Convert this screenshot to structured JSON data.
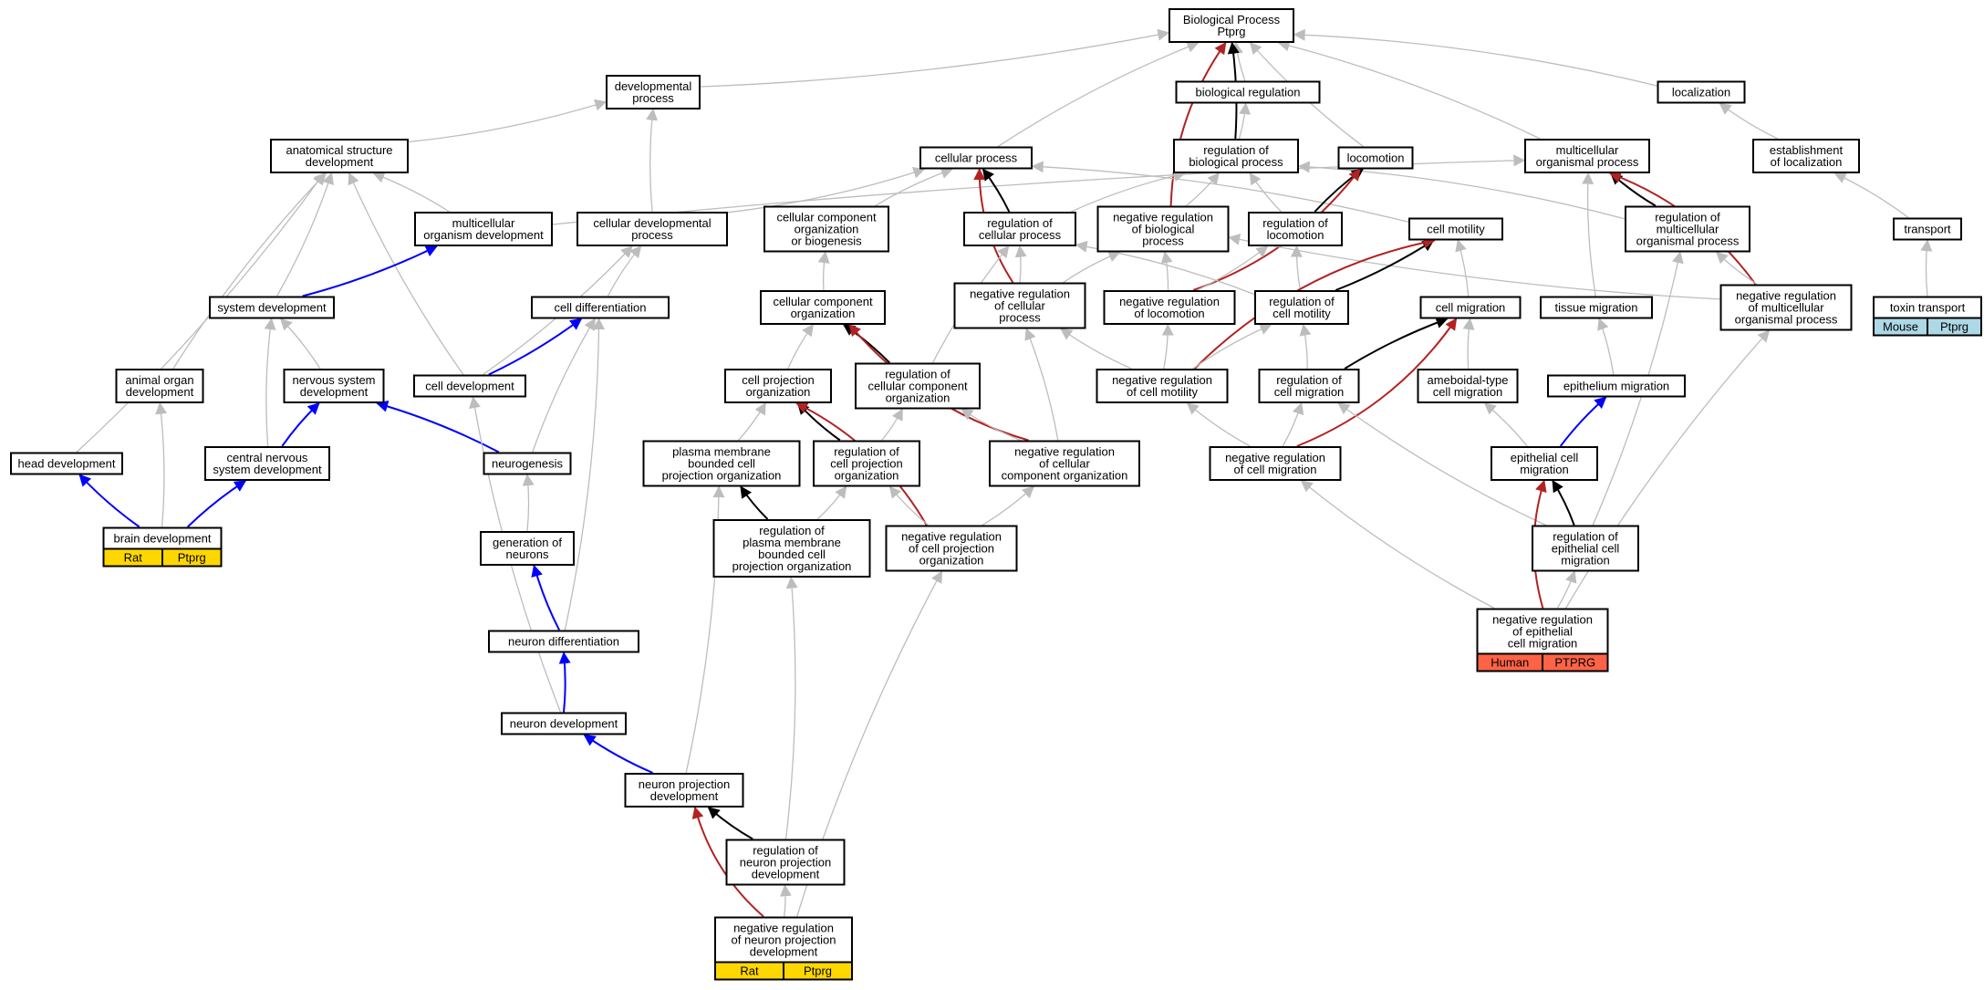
{
  "diagram": {
    "title": "",
    "colors": {
      "is_a": "#bdbdbd",
      "regulates": "#000000",
      "negatively_regulates": "#b22222",
      "part_of": "#0000ff",
      "tag_yellow": "#ffd700",
      "tag_blue": "#add8e6",
      "tag_red": "#ff6347"
    },
    "nodes": [
      {
        "id": "bp",
        "lines": [
          "Biological Process",
          "Ptprg"
        ]
      },
      {
        "id": "devproc",
        "lines": [
          "developmental",
          "process"
        ]
      },
      {
        "id": "bioreg",
        "lines": [
          "biological regulation"
        ]
      },
      {
        "id": "local",
        "lines": [
          "localization"
        ]
      },
      {
        "id": "asd",
        "lines": [
          "anatomical structure",
          "development"
        ]
      },
      {
        "id": "cellproc",
        "lines": [
          "cellular process"
        ]
      },
      {
        "id": "regbio",
        "lines": [
          "regulation of",
          "biological process"
        ]
      },
      {
        "id": "locom",
        "lines": [
          "locomotion"
        ]
      },
      {
        "id": "multiproc",
        "lines": [
          "multicellular",
          "organismal process"
        ]
      },
      {
        "id": "estloc",
        "lines": [
          "establishment",
          "of localization"
        ]
      },
      {
        "id": "multidev",
        "lines": [
          "multicellular",
          "organism development"
        ]
      },
      {
        "id": "celldevproc",
        "lines": [
          "cellular developmental",
          "process"
        ]
      },
      {
        "id": "ccob",
        "lines": [
          "cellular component",
          "organization",
          "or biogenesis"
        ]
      },
      {
        "id": "regcell",
        "lines": [
          "regulation of",
          "cellular process"
        ]
      },
      {
        "id": "negregbio",
        "lines": [
          "negative regulation",
          "of biological",
          "process"
        ]
      },
      {
        "id": "reglocom",
        "lines": [
          "regulation of",
          "locomotion"
        ]
      },
      {
        "id": "cellmot",
        "lines": [
          "cell motility"
        ]
      },
      {
        "id": "regmulti",
        "lines": [
          "regulation of",
          "multicellular",
          "organismal process"
        ]
      },
      {
        "id": "transport",
        "lines": [
          "transport"
        ]
      },
      {
        "id": "sysdev",
        "lines": [
          "system development"
        ]
      },
      {
        "id": "celldiff",
        "lines": [
          "cell differentiation"
        ]
      },
      {
        "id": "cco",
        "lines": [
          "cellular component",
          "organization"
        ]
      },
      {
        "id": "negregcell",
        "lines": [
          "negative regulation",
          "of cellular",
          "process"
        ]
      },
      {
        "id": "negreglocom",
        "lines": [
          "negative regulation",
          "of locomotion"
        ]
      },
      {
        "id": "regcellmot",
        "lines": [
          "regulation of",
          "cell motility"
        ]
      },
      {
        "id": "cellmig",
        "lines": [
          "cell migration"
        ]
      },
      {
        "id": "tissmig",
        "lines": [
          "tissue migration"
        ]
      },
      {
        "id": "negregmulti",
        "lines": [
          "negative regulation",
          "of multicellular",
          "organismal process"
        ]
      },
      {
        "id": "toxin",
        "lines": [
          "toxin transport"
        ],
        "tags": [
          "Mouse",
          "Ptprg"
        ],
        "tag_color": "#add8e6"
      },
      {
        "id": "animorg",
        "lines": [
          "animal organ",
          "development"
        ]
      },
      {
        "id": "nsd",
        "lines": [
          "nervous system",
          "development"
        ]
      },
      {
        "id": "celldev",
        "lines": [
          "cell development"
        ]
      },
      {
        "id": "cpo",
        "lines": [
          "cell projection",
          "organization"
        ]
      },
      {
        "id": "regcco",
        "lines": [
          "regulation of",
          "cellular component",
          "organization"
        ]
      },
      {
        "id": "negregcellmot",
        "lines": [
          "negative regulation",
          "of cell motility"
        ]
      },
      {
        "id": "regcellmig",
        "lines": [
          "regulation of",
          "cell migration"
        ]
      },
      {
        "id": "amoeb",
        "lines": [
          "ameboidal-type",
          "cell migration"
        ]
      },
      {
        "id": "epimig",
        "lines": [
          "epithelium migration"
        ]
      },
      {
        "id": "headdev",
        "lines": [
          "head development"
        ]
      },
      {
        "id": "cnsd",
        "lines": [
          "central nervous",
          "system development"
        ]
      },
      {
        "id": "neurogen",
        "lines": [
          "neurogenesis"
        ]
      },
      {
        "id": "pmbcpo",
        "lines": [
          "plasma membrane",
          "bounded cell",
          "projection organization"
        ]
      },
      {
        "id": "regcpo",
        "lines": [
          "regulation of",
          "cell projection",
          "organization"
        ]
      },
      {
        "id": "negregcco",
        "lines": [
          "negative regulation",
          "of cellular",
          "component organization"
        ]
      },
      {
        "id": "negregcellmig",
        "lines": [
          "negative regulation",
          "of cell migration"
        ]
      },
      {
        "id": "epicellmig",
        "lines": [
          "epithelial cell",
          "migration"
        ]
      },
      {
        "id": "braindev",
        "lines": [
          "brain development"
        ],
        "tags": [
          "Rat",
          "Ptprg"
        ],
        "tag_color": "#ffd700"
      },
      {
        "id": "genneur",
        "lines": [
          "generation of",
          "neurons"
        ]
      },
      {
        "id": "regpmbcpo",
        "lines": [
          "regulation of",
          "plasma membrane",
          "bounded cell",
          "projection organization"
        ]
      },
      {
        "id": "negregcpo",
        "lines": [
          "negative regulation",
          "of cell projection",
          "organization"
        ]
      },
      {
        "id": "regepimig",
        "lines": [
          "regulation of",
          "epithelial cell",
          "migration"
        ]
      },
      {
        "id": "neurdiff",
        "lines": [
          "neuron differentiation"
        ]
      },
      {
        "id": "negregepimig",
        "lines": [
          "negative regulation",
          "of epithelial",
          "cell migration"
        ],
        "tags": [
          "Human",
          "PTPRG"
        ],
        "tag_color": "#ff6347"
      },
      {
        "id": "neurdev",
        "lines": [
          "neuron development"
        ]
      },
      {
        "id": "npd",
        "lines": [
          "neuron projection",
          "development"
        ]
      },
      {
        "id": "regnpd",
        "lines": [
          "regulation of",
          "neuron projection",
          "development"
        ]
      },
      {
        "id": "negregnpd",
        "lines": [
          "negative regulation",
          "of neuron projection",
          "development"
        ],
        "tags": [
          "Rat",
          "Ptprg"
        ],
        "tag_color": "#ffd700"
      }
    ],
    "edges": [
      {
        "from": "devproc",
        "to": "bp",
        "type": "is_a"
      },
      {
        "from": "bioreg",
        "to": "bp",
        "type": "is_a"
      },
      {
        "from": "local",
        "to": "bp",
        "type": "is_a"
      },
      {
        "from": "cellproc",
        "to": "bp",
        "type": "is_a"
      },
      {
        "from": "multiproc",
        "to": "bp",
        "type": "is_a"
      },
      {
        "from": "locom",
        "to": "bp",
        "type": "is_a"
      },
      {
        "from": "regbio",
        "to": "bp",
        "type": "regulates"
      },
      {
        "from": "negregbio",
        "to": "bp",
        "type": "negatively_regulates"
      },
      {
        "from": "regbio",
        "to": "bioreg",
        "type": "is_a"
      },
      {
        "from": "estloc",
        "to": "local",
        "type": "is_a"
      },
      {
        "from": "transport",
        "to": "estloc",
        "type": "is_a"
      },
      {
        "from": "toxin",
        "to": "transport",
        "type": "is_a"
      },
      {
        "from": "asd",
        "to": "devproc",
        "type": "is_a"
      },
      {
        "from": "celldevproc",
        "to": "devproc",
        "type": "is_a"
      },
      {
        "from": "multidev",
        "to": "asd",
        "type": "is_a"
      },
      {
        "from": "multidev",
        "to": "multiproc",
        "type": "is_a"
      },
      {
        "from": "sysdev",
        "to": "asd",
        "type": "is_a"
      },
      {
        "from": "animorg",
        "to": "asd",
        "type": "is_a"
      },
      {
        "from": "headdev",
        "to": "asd",
        "type": "is_a"
      },
      {
        "from": "celldev",
        "to": "asd",
        "type": "is_a"
      },
      {
        "from": "celldevproc",
        "to": "cellproc",
        "type": "is_a"
      },
      {
        "from": "ccob",
        "to": "cellproc",
        "type": "is_a"
      },
      {
        "from": "regcell",
        "to": "cellproc",
        "type": "regulates"
      },
      {
        "from": "negregcell",
        "to": "cellproc",
        "type": "negatively_regulates"
      },
      {
        "from": "cellmot",
        "to": "cellproc",
        "type": "is_a"
      },
      {
        "from": "regcell",
        "to": "regbio",
        "type": "is_a"
      },
      {
        "from": "negregbio",
        "to": "regbio",
        "type": "is_a"
      },
      {
        "from": "reglocom",
        "to": "regbio",
        "type": "is_a"
      },
      {
        "from": "regmulti",
        "to": "regbio",
        "type": "is_a"
      },
      {
        "from": "reglocom",
        "to": "locom",
        "type": "regulates"
      },
      {
        "from": "negreglocom",
        "to": "locom",
        "type": "negatively_regulates"
      },
      {
        "from": "regmulti",
        "to": "multiproc",
        "type": "regulates"
      },
      {
        "from": "negregmulti",
        "to": "multiproc",
        "type": "negatively_regulates"
      },
      {
        "from": "tissmig",
        "to": "multiproc",
        "type": "is_a"
      },
      {
        "from": "sysdev",
        "to": "multidev",
        "type": "part_of"
      },
      {
        "from": "celldiff",
        "to": "celldevproc",
        "type": "is_a"
      },
      {
        "from": "celldev",
        "to": "celldevproc",
        "type": "is_a"
      },
      {
        "from": "cco",
        "to": "ccob",
        "type": "is_a"
      },
      {
        "from": "negregcell",
        "to": "regcell",
        "type": "is_a"
      },
      {
        "from": "regcco",
        "to": "regcell",
        "type": "is_a"
      },
      {
        "from": "regcellmot",
        "to": "regcell",
        "type": "is_a"
      },
      {
        "from": "negregcell",
        "to": "negregbio",
        "type": "is_a"
      },
      {
        "from": "negreglocom",
        "to": "negregbio",
        "type": "is_a"
      },
      {
        "from": "negregmulti",
        "to": "negregbio",
        "type": "is_a"
      },
      {
        "from": "negreglocom",
        "to": "reglocom",
        "type": "is_a"
      },
      {
        "from": "regcellmot",
        "to": "reglocom",
        "type": "is_a"
      },
      {
        "from": "regcellmot",
        "to": "cellmot",
        "type": "regulates"
      },
      {
        "from": "negregcellmot",
        "to": "cellmot",
        "type": "negatively_regulates"
      },
      {
        "from": "cellmig",
        "to": "cellmot",
        "type": "is_a"
      },
      {
        "from": "negregmulti",
        "to": "regmulti",
        "type": "is_a"
      },
      {
        "from": "regepimig",
        "to": "regmulti",
        "type": "is_a"
      },
      {
        "from": "negregepimig",
        "to": "negregmulti",
        "type": "is_a"
      },
      {
        "from": "nsd",
        "to": "sysdev",
        "type": "is_a"
      },
      {
        "from": "cnsd",
        "to": "sysdev",
        "type": "is_a"
      },
      {
        "from": "celldev",
        "to": "celldiff",
        "type": "part_of"
      },
      {
        "from": "neurogen",
        "to": "celldiff",
        "type": "is_a"
      },
      {
        "from": "neurdiff",
        "to": "celldiff",
        "type": "is_a"
      },
      {
        "from": "cpo",
        "to": "cco",
        "type": "is_a"
      },
      {
        "from": "regcco",
        "to": "cco",
        "type": "regulates"
      },
      {
        "from": "negregcco",
        "to": "cco",
        "type": "negatively_regulates"
      },
      {
        "from": "negregcco",
        "to": "negregcell",
        "type": "is_a"
      },
      {
        "from": "negregcellmot",
        "to": "negregcell",
        "type": "is_a"
      },
      {
        "from": "negregcellmot",
        "to": "negreglocom",
        "type": "is_a"
      },
      {
        "from": "negregcellmot",
        "to": "regcellmot",
        "type": "is_a"
      },
      {
        "from": "regcellmig",
        "to": "regcellmot",
        "type": "is_a"
      },
      {
        "from": "regcellmig",
        "to": "cellmig",
        "type": "regulates"
      },
      {
        "from": "negregcellmig",
        "to": "cellmig",
        "type": "negatively_regulates"
      },
      {
        "from": "amoeb",
        "to": "cellmig",
        "type": "is_a"
      },
      {
        "from": "epimig",
        "to": "tissmig",
        "type": "is_a"
      },
      {
        "from": "cnsd",
        "to": "nsd",
        "type": "part_of"
      },
      {
        "from": "neurogen",
        "to": "nsd",
        "type": "part_of"
      },
      {
        "from": "neurdev",
        "to": "celldev",
        "type": "is_a"
      },
      {
        "from": "pmbcpo",
        "to": "cpo",
        "type": "is_a"
      },
      {
        "from": "regcpo",
        "to": "cpo",
        "type": "regulates"
      },
      {
        "from": "negregcpo",
        "to": "cpo",
        "type": "negatively_regulates"
      },
      {
        "from": "negregcco",
        "to": "regcco",
        "type": "is_a"
      },
      {
        "from": "regcpo",
        "to": "regcco",
        "type": "is_a"
      },
      {
        "from": "negregcellmig",
        "to": "negregcellmot",
        "type": "is_a"
      },
      {
        "from": "negregcellmig",
        "to": "regcellmig",
        "type": "is_a"
      },
      {
        "from": "regepimig",
        "to": "regcellmig",
        "type": "is_a"
      },
      {
        "from": "epicellmig",
        "to": "amoeb",
        "type": "is_a"
      },
      {
        "from": "epicellmig",
        "to": "epimig",
        "type": "part_of"
      },
      {
        "from": "headdev",
        "to": "asd",
        "type": "is_a"
      },
      {
        "from": "braindev",
        "to": "headdev",
        "type": "part_of"
      },
      {
        "from": "braindev",
        "to": "animorg",
        "type": "is_a"
      },
      {
        "from": "braindev",
        "to": "cnsd",
        "type": "part_of"
      },
      {
        "from": "genneur",
        "to": "neurogen",
        "type": "is_a"
      },
      {
        "from": "regpmbcpo",
        "to": "pmbcpo",
        "type": "regulates"
      },
      {
        "from": "regpmbcpo",
        "to": "regcpo",
        "type": "is_a"
      },
      {
        "from": "negregcpo",
        "to": "regcpo",
        "type": "is_a"
      },
      {
        "from": "negregcpo",
        "to": "negregcco",
        "type": "is_a"
      },
      {
        "from": "negregepimig",
        "to": "negregcellmig",
        "type": "is_a"
      },
      {
        "from": "regepimig",
        "to": "epicellmig",
        "type": "regulates"
      },
      {
        "from": "negregepimig",
        "to": "epicellmig",
        "type": "negatively_regulates"
      },
      {
        "from": "negregepimig",
        "to": "regepimig",
        "type": "is_a"
      },
      {
        "from": "neurdiff",
        "to": "genneur",
        "type": "part_of"
      },
      {
        "from": "neurdev",
        "to": "neurdiff",
        "type": "part_of"
      },
      {
        "from": "npd",
        "to": "neurdev",
        "type": "part_of"
      },
      {
        "from": "npd",
        "to": "pmbcpo",
        "type": "is_a"
      },
      {
        "from": "regnpd",
        "to": "npd",
        "type": "regulates"
      },
      {
        "from": "regnpd",
        "to": "regpmbcpo",
        "type": "is_a"
      },
      {
        "from": "negregnpd",
        "to": "npd",
        "type": "negatively_regulates"
      },
      {
        "from": "negregnpd",
        "to": "regnpd",
        "type": "is_a"
      },
      {
        "from": "negregnpd",
        "to": "negregcpo",
        "type": "is_a"
      }
    ]
  }
}
